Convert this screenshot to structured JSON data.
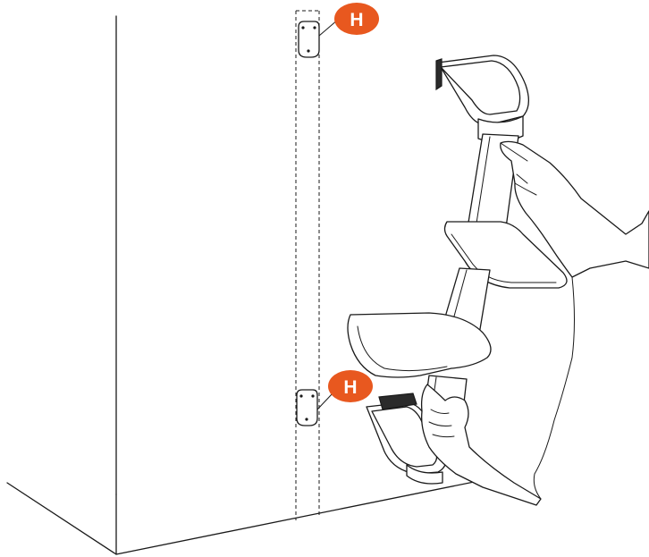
{
  "callouts": [
    {
      "label": "H",
      "target": "upper-bracket"
    },
    {
      "label": "H",
      "target": "lower-bracket"
    }
  ],
  "colors": {
    "badge": "#e8581f",
    "line": "#1a1a1a",
    "background": "#ffffff"
  }
}
